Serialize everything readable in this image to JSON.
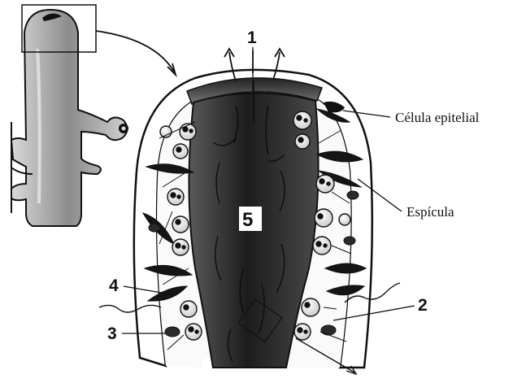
{
  "labels": {
    "n1": "1",
    "n2": "2",
    "n3": "3",
    "n4": "4",
    "n5": "5",
    "celula_epitelial": "Célula epitelial",
    "espicula": "Espícula"
  },
  "colors": {
    "ink": "#111111",
    "cavity": "#3a3a3a",
    "tube_fill": "#bdbdbd",
    "cell_fill": "#f2f2f2"
  }
}
